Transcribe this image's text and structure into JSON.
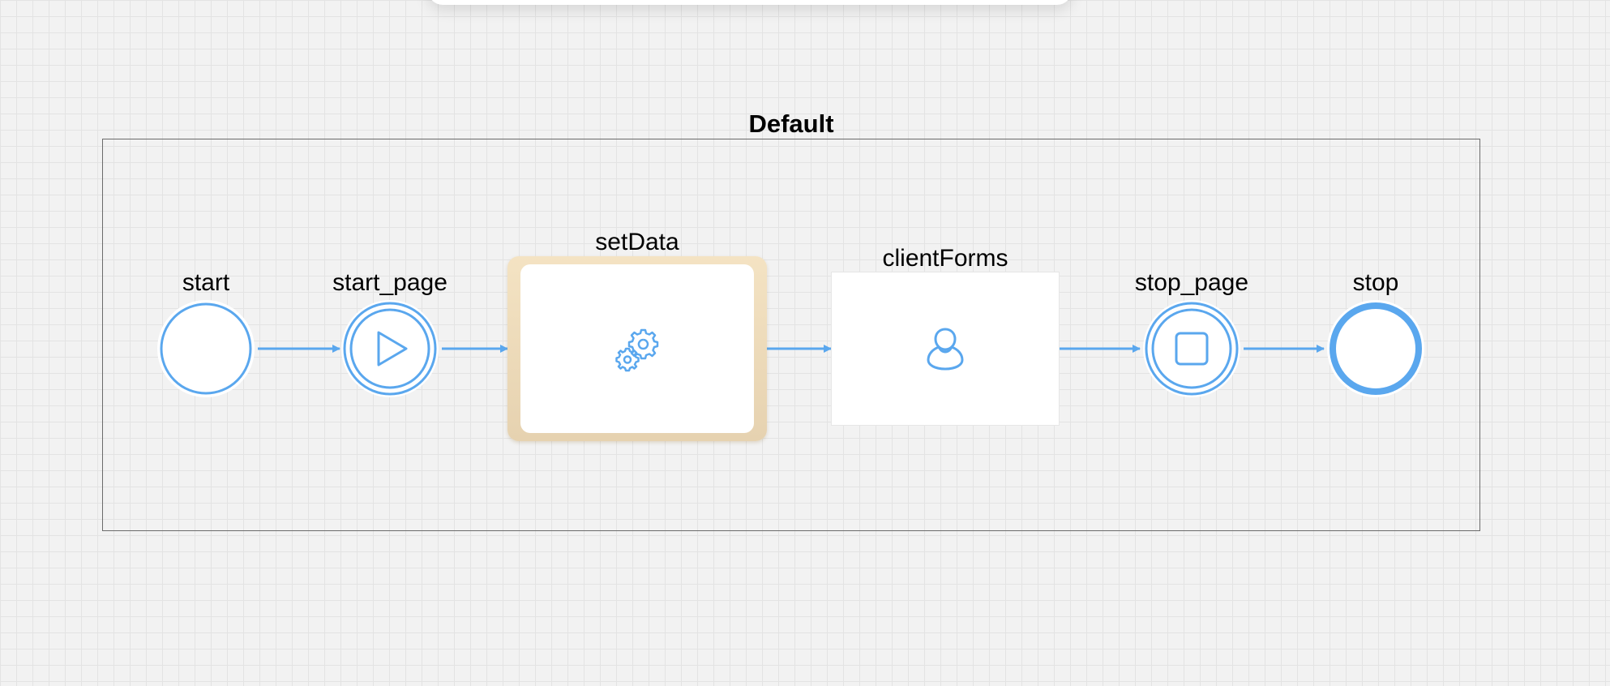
{
  "pool": {
    "title": "Default"
  },
  "nodes": {
    "start": {
      "label": "start",
      "type": "start-event"
    },
    "start_page": {
      "label": "start_page",
      "type": "start-page-event"
    },
    "setData": {
      "label": "setData",
      "type": "service-task",
      "selected": true
    },
    "clientForms": {
      "label": "clientForms",
      "type": "user-task"
    },
    "stop_page": {
      "label": "stop_page",
      "type": "stop-page-event"
    },
    "stop": {
      "label": "stop",
      "type": "end-event"
    }
  },
  "colors": {
    "accent": "#5aa7ee",
    "selection": "#ecd9b8",
    "canvas": "#f2f2f2",
    "grid": "#e3e3e3"
  },
  "icons": {
    "start_page": "play-icon",
    "setData": "gears-icon",
    "clientForms": "user-icon",
    "stop_page": "stop-square-icon"
  }
}
